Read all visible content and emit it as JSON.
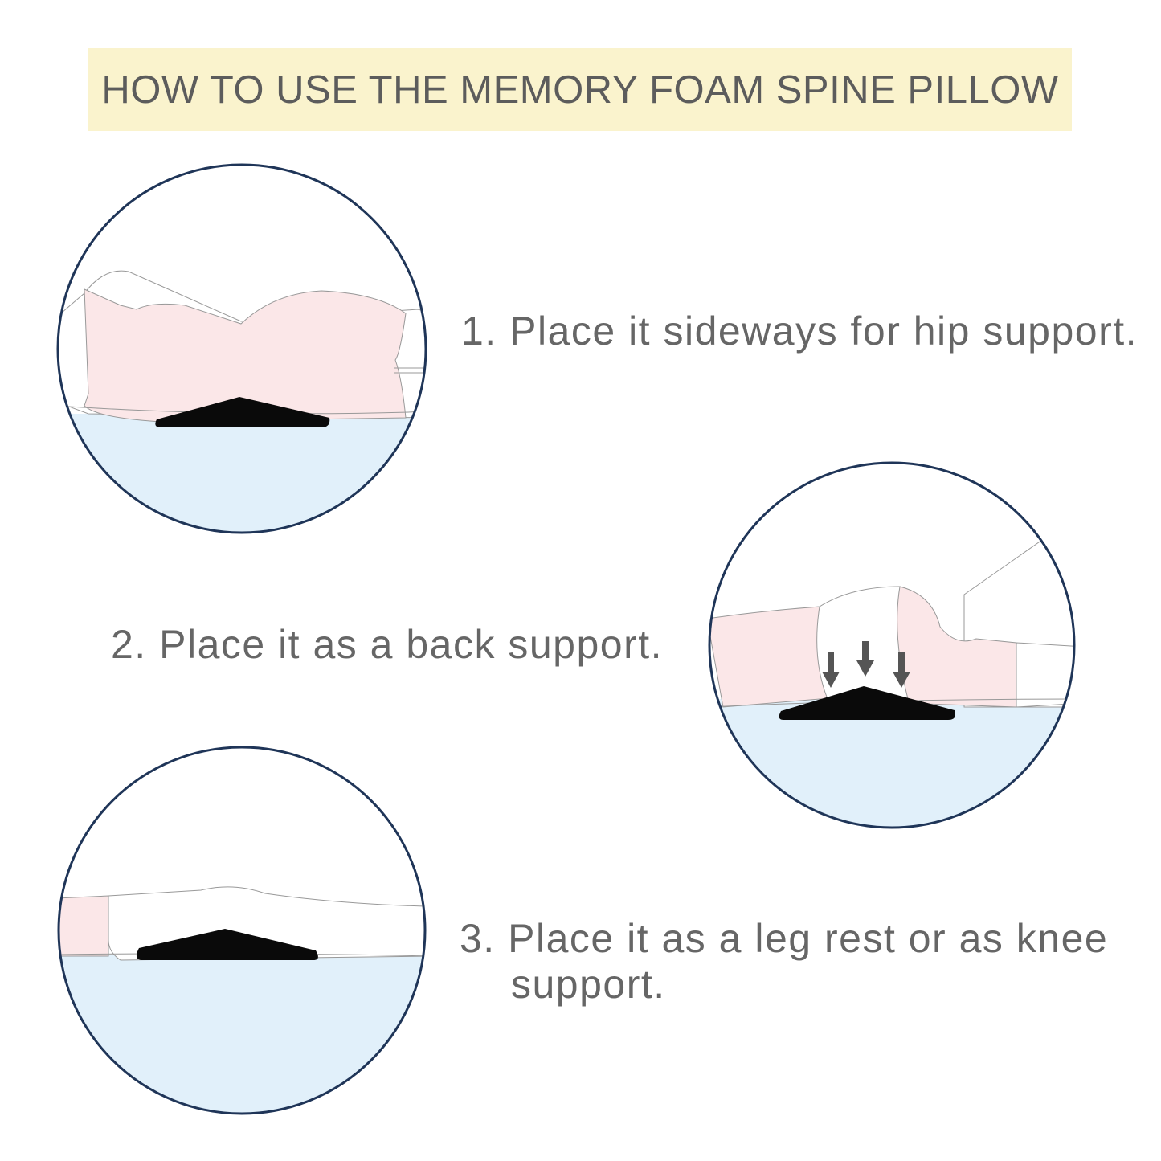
{
  "title": "HOW TO USE THE MEMORY FOAM SPINE PILLOW",
  "steps": [
    {
      "number": "1.",
      "text": "Place it sideways for hip support."
    },
    {
      "number": "2.",
      "text": "Place it as a back support."
    },
    {
      "number": "3.",
      "text": "Place it as a leg rest or as knee",
      "text_line2": "support."
    }
  ],
  "colors": {
    "banner": "#faf3cd",
    "circle_border": "#1f3558",
    "mattress": "#e1f0fa",
    "body_pink": "#fbe7e8",
    "pillow": "#0a0a0a",
    "arrows": "#555555"
  }
}
